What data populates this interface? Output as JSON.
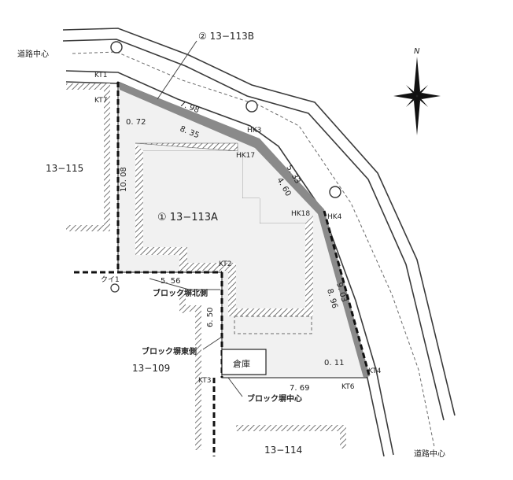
{
  "road_center_top": "道路中心",
  "road_center_bottom": "道路中心",
  "compass_north": "N",
  "lot_b": "② 13−113B",
  "lot_a": "① 13−113A",
  "lot_115": "13−115",
  "lot_109": "13−109",
  "lot_114": "13−114",
  "points": {
    "kt1": "KT1",
    "kt7": "KT7",
    "hk3": "HK3",
    "hk17": "HK17",
    "hk18": "HK18",
    "hk4": "HK4",
    "kt2": "KT2",
    "kt3": "KT3",
    "kt4": "KT4",
    "kt6": "KT6",
    "kui1": "クイ1"
  },
  "dims": {
    "d798": "7. 98",
    "d835": "8. 35",
    "d072": "0. 72",
    "d1008": "10. 08",
    "d533": "5. 33",
    "d460": "4. 60",
    "d903": "9. 03",
    "d896": "8. 96",
    "d556": "5. 56",
    "d650": "6. 50",
    "d011": "0. 11",
    "d769": "7. 69"
  },
  "annotations": {
    "block_north": "ブロック塀北側",
    "block_east": "ブロック塀東側",
    "block_center": "ブロック塀中心",
    "storage": "倉庫"
  }
}
